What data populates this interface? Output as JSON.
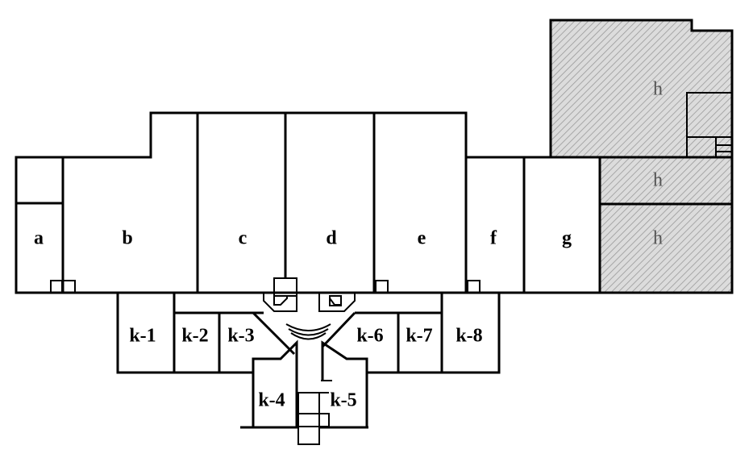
{
  "rooms": {
    "a": "a",
    "b": "b",
    "c": "c",
    "d": "d",
    "e": "e",
    "f": "f",
    "g": "g",
    "h_top": "h",
    "h_mid": "h",
    "h_bottom": "h",
    "k1": "k-1",
    "k2": "k-2",
    "k3": "k-3",
    "k4": "k-4",
    "k5": "k-5",
    "k6": "k-6",
    "k7": "k-7",
    "k8": "k-8"
  },
  "colors": {
    "wall": "#000000",
    "hatch_background": "#dcdcdc",
    "hatch_line": "#9a9a9a"
  }
}
